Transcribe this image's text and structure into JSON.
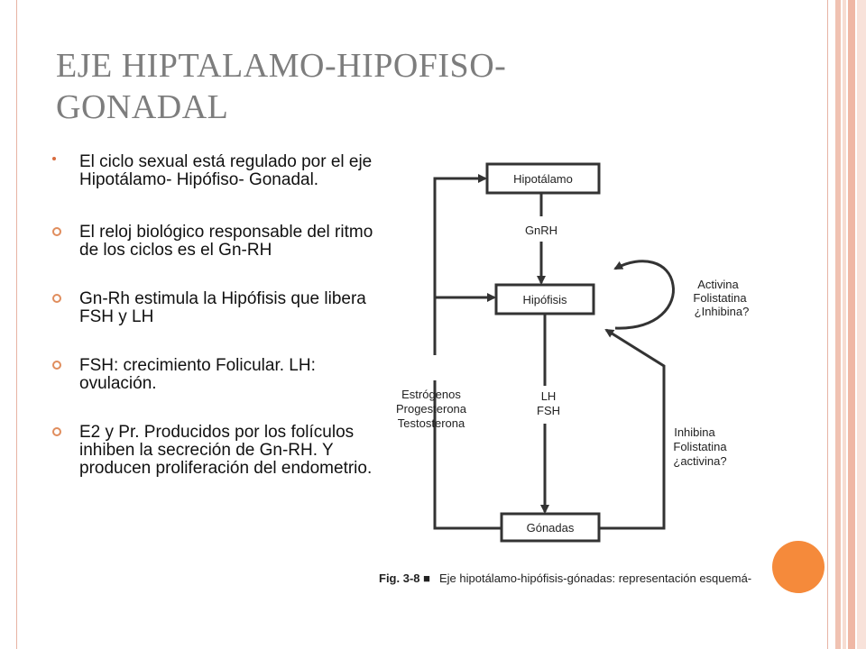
{
  "title": "EJE HIPTALAMO-HIPOFISO-\nGONADAL",
  "bullets": [
    "El ciclo sexual está regulado por el eje  Hipotálamo- Hipófiso- Gonadal.",
    "El reloj biológico responsable del ritmo de los ciclos es el Gn-RH",
    "Gn-Rh estimula la Hipófisis que libera FSH y LH",
    "FSH: crecimiento Folicular. LH: ovulación.",
    "E2 y Pr. Producidos por los folículos inhiben la secreción de Gn-RH. Y producen proliferación del endometrio."
  ],
  "diagram": {
    "boxes": {
      "hypothalamus": "Hipotálamo",
      "pituitary": "Hipófisis",
      "gonads": "Gónadas"
    },
    "labels": {
      "gnrh": "GnRH",
      "lh": "LH",
      "fsh": "FSH",
      "feedback_left": [
        "Estrógenos",
        "Progesterona",
        "Testosterona"
      ],
      "feedback_top_right": [
        "Activina",
        "Folistatina",
        "¿Inhibina?"
      ],
      "feedback_bottom_right": [
        "Inhibina",
        "Folistatina",
        "¿activina?"
      ]
    }
  },
  "caption": {
    "label": "Fig. 3-8 ■",
    "text": "Eje hipotálamo-hipófisis-gónadas: representación esquemá-"
  },
  "colors": {
    "title": "#7d7d7d",
    "accent": "#e08d5d",
    "orange_disc": "#f58a3b",
    "frame": "#e7b3a4"
  }
}
